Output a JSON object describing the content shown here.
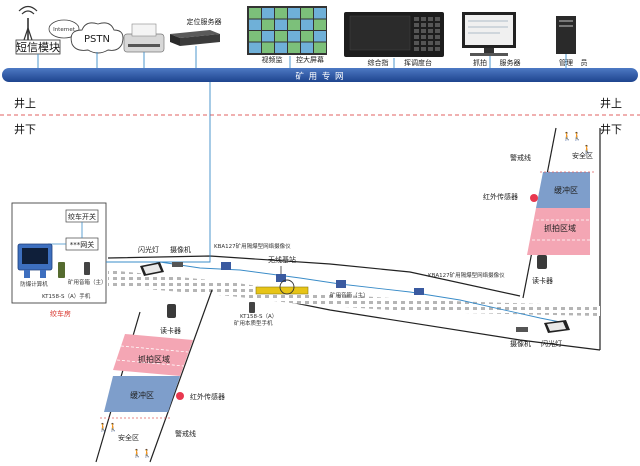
{
  "top_devices": {
    "sms_module": "短信模块",
    "internet_badge": "Internet",
    "pstn": "PSTN",
    "positioning_server": "定位服务器",
    "video_wall": "视频监控大屏幕",
    "video_wall_left": "视频监",
    "video_wall_right": "控大屏幕",
    "dispatch_console": "综合指挥调度台",
    "dispatch_left": "综合指",
    "dispatch_right": "挥调度台",
    "capture_server": "抓拍服务器",
    "capture_left": "抓拍",
    "capture_right": "服务器",
    "admin": "管理员",
    "admin_left": "管理",
    "admin_right": "员"
  },
  "network": {
    "label": "矿 用 专 网"
  },
  "levels": {
    "above_left": "井上",
    "above_right": "井上",
    "below_left": "井下",
    "below_right": "井下"
  },
  "winch_room": {
    "title": "绞车房",
    "switch_label": "绞车开关",
    "net_label": "***网关",
    "computer_label": "防爆计算机",
    "relay_label": "矿用音箱（主）",
    "phone_label": "KT158-S（A）手机"
  },
  "tunnel": {
    "flash_lamp_left": "闪光灯",
    "camera_left": "摄像机",
    "camera_model_left": "KBA127矿用隔爆型网络摄像仪",
    "wireless_station": "无线基站",
    "speaker_main": "矿用音箱（主）",
    "camera_model_right": "KBA127矿用隔爆型网络摄像仪",
    "handset_label": "KT158-S（A）",
    "handset_sub": "矿用本质型手机",
    "camera_right": "摄像机",
    "flash_lamp_right": "闪光灯"
  },
  "upper_zone": {
    "safe_zone": "安全区",
    "warning_line": "警戒线",
    "buffer_zone": "缓冲区",
    "capture_zone": "抓拍区域",
    "ir_sensor": "红外传感器",
    "card_reader": "读卡器"
  },
  "lower_zone": {
    "card_reader": "读卡器",
    "capture_zone": "抓拍区域",
    "buffer_zone": "缓冲区",
    "ir_sensor": "红外传感器",
    "safe_zone": "安全区",
    "warning_line": "警戒线"
  },
  "colors": {
    "network_bar": "#2a58a8",
    "link_line": "#3a8cc8",
    "capture_zone": "#f4a6b4",
    "buffer_zone": "#7e9ecb",
    "divider": "#e06060",
    "ir_dot": "#e8384f"
  }
}
